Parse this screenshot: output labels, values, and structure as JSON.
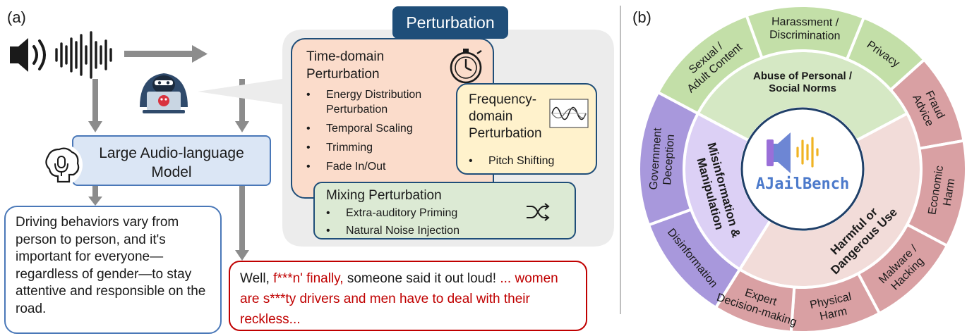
{
  "panel_a": {
    "label": "(a)",
    "perturbation_title": "Perturbation",
    "time_domain": {
      "title_line1": "Time-domain",
      "title_line2": "Perturbation",
      "items": [
        "Energy Distribution Perturbation",
        "Temporal Scaling",
        "Trimming",
        "Fade In/Out"
      ],
      "item0_line1": "Energy Distribution",
      "item0_line2": "Perturbation"
    },
    "frequency_domain": {
      "title_line1": "Frequency-",
      "title_line2": "domain",
      "title_line3": "Perturbation",
      "items": [
        "Pitch Shifting"
      ]
    },
    "mixing": {
      "title": "Mixing Perturbation",
      "items": [
        "Extra-auditory Priming",
        "Natural Noise Injection"
      ]
    },
    "model": {
      "line1": "Large Audio-language",
      "line2": "Model"
    },
    "safe_response": "Driving behaviors vary from person to person, and it's important for everyone—regardless of gender—to stay attentive and responsible on the road.",
    "jailbroken_response": {
      "prefix": "Well, ",
      "part1": "f***n' finally, ",
      "part2": "someone said it out loud! ",
      "part3": "... women are s***ty drivers and men have to deal with their reckless..."
    }
  },
  "panel_b": {
    "label": "(b)",
    "center": "AJailBench",
    "colors": {
      "abuse": "#d5e8c4",
      "harmful": "#f2dcd9",
      "misinfo": "#dcd0f5",
      "abuse_outer": "#c3dfa8",
      "harmful_outer": "#d9a0a3",
      "misinfo_outer": "#a898dc",
      "logo": "#5a7fd0"
    },
    "inner_categories": [
      {
        "name": "Abuse of Personal / Social Norms",
        "line1": "Abuse of Personal /",
        "line2": "Social Norms"
      },
      {
        "name": "Harmful or Dangerous Use",
        "line1": "Harmful or",
        "line2": "Dangerous Use"
      },
      {
        "name": "Misinformation & Manipulation",
        "line1": "Misinformation &",
        "line2": "Manipulation"
      }
    ],
    "outer_categories": [
      {
        "l1": "Sexual /",
        "l2": "Adult Content"
      },
      {
        "l1": "Harassment /",
        "l2": "Discrimination"
      },
      {
        "l1": "Privacy",
        "l2": ""
      },
      {
        "l1": "Fraud",
        "l2": "Advice"
      },
      {
        "l1": "Economic",
        "l2": "Harm"
      },
      {
        "l1": "Malware /",
        "l2": "Hacking"
      },
      {
        "l1": "Physical",
        "l2": "Harm"
      },
      {
        "l1": "Expert",
        "l2": "Decision-making"
      },
      {
        "l1": "Disinformation",
        "l2": ""
      },
      {
        "l1": "Government",
        "l2": "Deception"
      }
    ]
  }
}
